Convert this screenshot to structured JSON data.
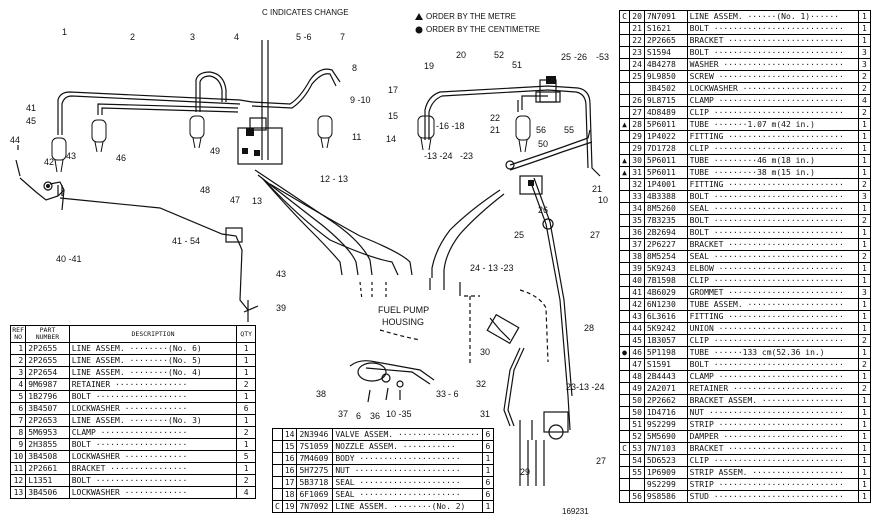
{
  "header": {
    "change_note": "C INDICATES CHANGE",
    "legend_metre": "ORDER BY THE METRE",
    "legend_cm": "ORDER BY THE CENTIMETRE",
    "figure_number": "169231",
    "fuel_pump_label": [
      "FUEL PUMP",
      "HOUSING"
    ]
  },
  "callouts": [
    "1",
    "2",
    "3",
    "4",
    "5 -6",
    "7",
    "8",
    "9 -10",
    "11",
    "12 - 13",
    "13",
    "47",
    "48",
    "49",
    "41",
    "45",
    "44",
    "42",
    "43",
    "46",
    "40 -41",
    "41 - 54",
    "43",
    "39",
    "17",
    "19",
    "20",
    "52",
    "51",
    "25",
    "-26",
    "-53",
    "15",
    "-16 -18",
    "14",
    "-13 -24",
    "-23",
    "22",
    "21",
    "56",
    "55",
    "50",
    "21",
    "10",
    "26",
    "25",
    "27",
    "24 - 13 -23",
    "28",
    "30",
    "32",
    "31",
    "29",
    "23",
    "-13 -24",
    "27",
    "38",
    "37",
    "6",
    "36",
    "10 -35",
    "33",
    "- 6"
  ],
  "left_table": {
    "headers": [
      "REF NO",
      "PART NUMBER",
      "DESCRIPTION",
      "QTY"
    ],
    "rows": [
      [
        "1",
        "2P2655",
        "LINE ASSEM. ········(No. 6)",
        "1"
      ],
      [
        "2",
        "2P2655",
        "LINE ASSEM. ········(No. 5)",
        "1"
      ],
      [
        "3",
        "2P2654",
        "LINE ASSEM. ········(No. 4)",
        "1"
      ],
      [
        "4",
        "9M6987",
        "RETAINER ···············",
        "2"
      ],
      [
        "5",
        "1B2796",
        "BOLT ···················",
        "1"
      ],
      [
        "6",
        "3B4507",
        "LOCKWASHER ·············",
        "6"
      ],
      [
        "7",
        "2P2653",
        "LINE ASSEM. ········(No. 3)",
        "1"
      ],
      [
        "8",
        "5M6953",
        "CLAMP ··················",
        "2"
      ],
      [
        "9",
        "2H3855",
        "BOLT ···················",
        "1"
      ],
      [
        "10",
        "3B4508",
        "LOCKWASHER ·············",
        "5"
      ],
      [
        "11",
        "2P2661",
        "BRACKET ················",
        "1"
      ],
      [
        "12",
        "L1351",
        "BOLT ···················",
        "2"
      ],
      [
        "13",
        "3B4506",
        "LOCKWASHER ·············",
        "4"
      ]
    ]
  },
  "mid_table": {
    "rows": [
      [
        "",
        "14",
        "2N3946",
        "VALVE ASSEM. ·················",
        "6"
      ],
      [
        "",
        "15",
        "7S1059",
        "NOZZLE ASSEM. ···········",
        "6"
      ],
      [
        "",
        "16",
        "7M4609",
        "BODY ·····················",
        "1"
      ],
      [
        "",
        "16",
        "5H7275",
        "NUT ······················",
        "1"
      ],
      [
        "",
        "17",
        "5B3718",
        "SEAL ·····················",
        "6"
      ],
      [
        "",
        "18",
        "6F1069",
        "SEAL ·····················",
        "6"
      ],
      [
        "C",
        "19",
        "7N7092",
        "LINE ASSEM. ········(No. 2)",
        "1"
      ]
    ]
  },
  "right_table": {
    "rows": [
      [
        "C",
        "20",
        "7N7091",
        "LINE ASSEM. ······(No. 1)······",
        "1"
      ],
      [
        "",
        "21",
        "S1621",
        "BOLT ···························",
        "1"
      ],
      [
        "",
        "22",
        "2P2665",
        "BRACKET ························",
        "1"
      ],
      [
        "",
        "23",
        "S1594",
        "BOLT ···························",
        "3"
      ],
      [
        "",
        "24",
        "4B4278",
        "WASHER ·························",
        "3"
      ],
      [
        "",
        "25",
        "9L9850",
        "SCREW ··························",
        "2"
      ],
      [
        "",
        "",
        "3B4502",
        "LOCKWASHER ·····················",
        "2"
      ],
      [
        "",
        "26",
        "9L8715",
        "CLAMP ··························",
        "4"
      ],
      [
        "",
        "27",
        "4D8489",
        "CLIP ···························",
        "2"
      ],
      [
        "▲",
        "28",
        "5P6011",
        "TUBE ·······1.07 m(42 in.)",
        "1"
      ],
      [
        "",
        "29",
        "1P4022",
        "FITTING ························",
        "1"
      ],
      [
        "",
        "29",
        "7D1728",
        "CLIP ···························",
        "1"
      ],
      [
        "▲",
        "30",
        "5P6011",
        "TUBE ·········46 m(18 in.)",
        "1"
      ],
      [
        "▲",
        "31",
        "5P6011",
        "TUBE ·········38 m(15 in.)",
        "1"
      ],
      [
        "",
        "32",
        "1P4001",
        "FITTING ························",
        "2"
      ],
      [
        "",
        "33",
        "4B3388",
        "BOLT ···························",
        "3"
      ],
      [
        "",
        "34",
        "8M5260",
        "SEAL ···························",
        "1"
      ],
      [
        "",
        "35",
        "7B3235",
        "BOLT ···························",
        "2"
      ],
      [
        "",
        "36",
        "2B2694",
        "BOLT ···························",
        "1"
      ],
      [
        "",
        "37",
        "2P6227",
        "BRACKET ························",
        "1"
      ],
      [
        "",
        "38",
        "8M5254",
        "SEAL ···························",
        "2"
      ],
      [
        "",
        "39",
        "5K9243",
        "ELBOW ··························",
        "1"
      ],
      [
        "",
        "40",
        "7B1598",
        "CLIP ···························",
        "1"
      ],
      [
        "",
        "41",
        "4B6029",
        "GROMMET ························",
        "3"
      ],
      [
        "",
        "42",
        "6N1230",
        "TUBE ASSEM. ····················",
        "1"
      ],
      [
        "",
        "43",
        "6L3616",
        "FITTING ························",
        "1"
      ],
      [
        "",
        "44",
        "5K9242",
        "UNION ··························",
        "1"
      ],
      [
        "",
        "45",
        "1B3057",
        "CLIP ···························",
        "2"
      ],
      [
        "●",
        "46",
        "5P1198",
        "TUBE ······133 cm(52.36 in.)",
        "1"
      ],
      [
        "",
        "47",
        "S1591",
        "BOLT ···························",
        "2"
      ],
      [
        "",
        "48",
        "2B4443",
        "CLAMP ··························",
        "1"
      ],
      [
        "",
        "49",
        "2A2071",
        "RETAINER ·······················",
        "2"
      ],
      [
        "",
        "50",
        "2P2662",
        "BRACKET ASSEM. ·················",
        "1"
      ],
      [
        "",
        "50",
        "1D4716",
        "NUT ····························",
        "1"
      ],
      [
        "",
        "51",
        "9S2299",
        "STRIP ··························",
        "1"
      ],
      [
        "",
        "52",
        "5M5690",
        "DAMPER ·························",
        "1"
      ],
      [
        "C",
        "53",
        "7N7103",
        "BRACKET ························",
        "1"
      ],
      [
        "",
        "54",
        "5D6523",
        "CLIP ···························",
        "1"
      ],
      [
        "",
        "55",
        "1P6909",
        "STRIP ASSEM. ···················",
        "1"
      ],
      [
        "",
        "",
        "9S2299",
        "STRIP ··························",
        "1"
      ],
      [
        "",
        "56",
        "9S8586",
        "STUD ···························",
        "1"
      ]
    ]
  }
}
